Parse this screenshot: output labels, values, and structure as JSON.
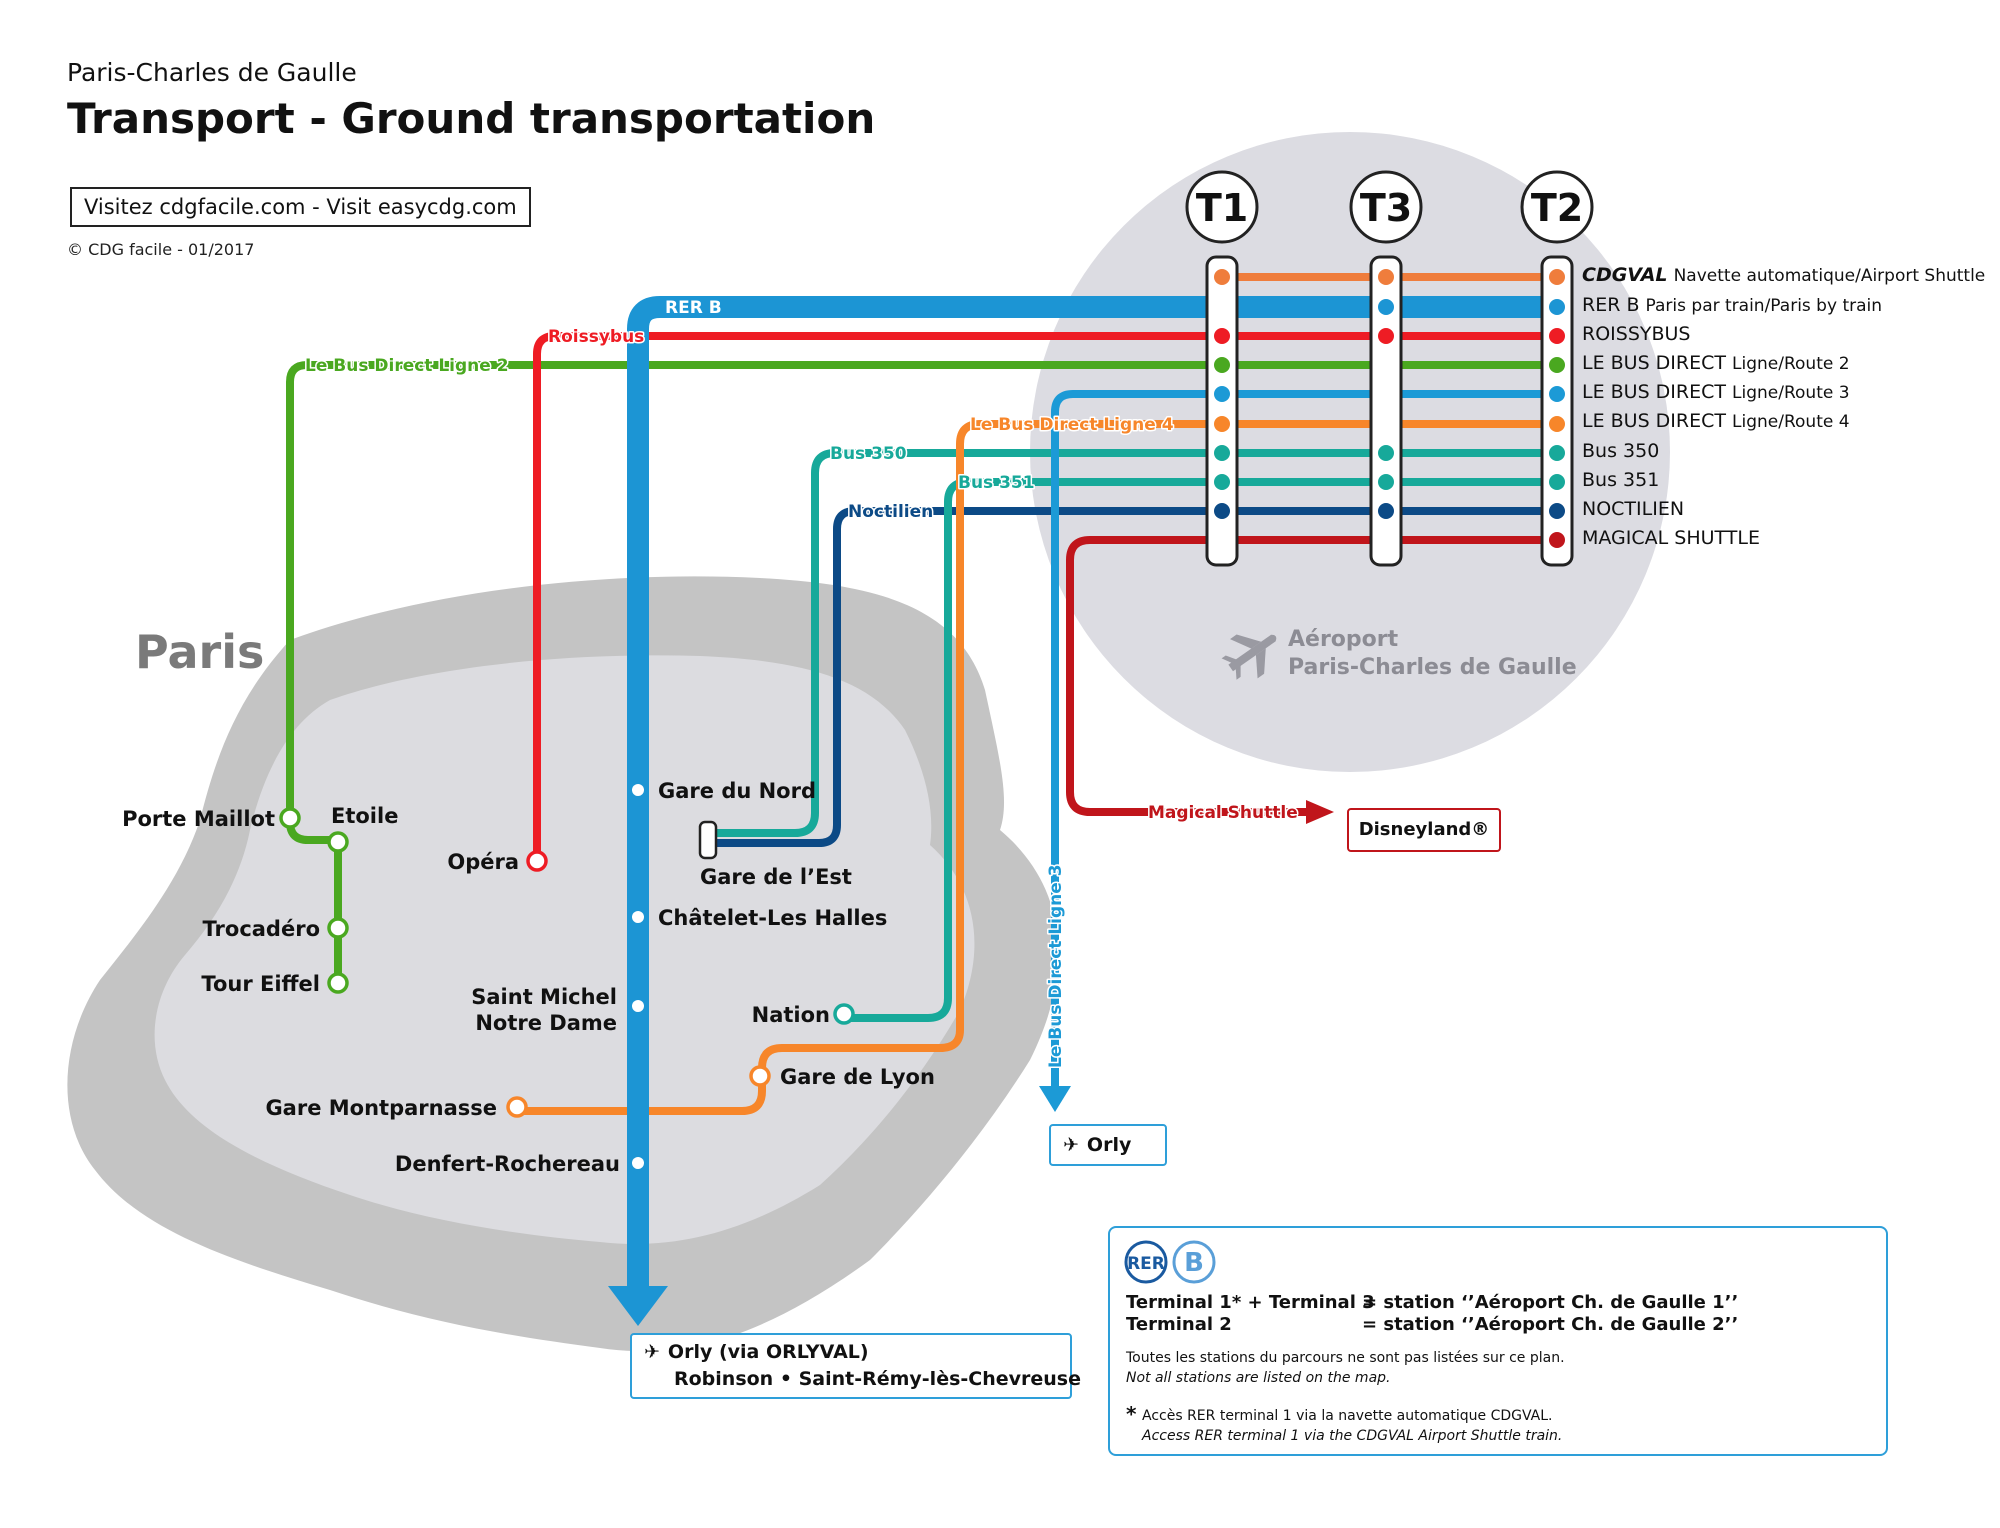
{
  "header": {
    "subtitle": "Paris-Charles de Gaulle",
    "title": "Transport - Ground transportation",
    "visit": "Visitez cdgfacile.com -  Visit easycdg.com",
    "copyright": "© CDG facile - 01/2017"
  },
  "paris_label": "Paris",
  "airport": {
    "name_line1": "Aéroport",
    "name_line2": "Paris-Charles de Gaulle",
    "terminals": [
      "T1",
      "T3",
      "T2"
    ],
    "icon": "airplane-icon"
  },
  "lines": [
    {
      "id": "cdgval",
      "color": "#ef7d3c",
      "legend_main": "CDGVAL",
      "legend_sub": "Navette automatique/Airport Shuttle",
      "map_label": ""
    },
    {
      "id": "rerb",
      "color": "#1c95d4",
      "legend_main": "RER B",
      "legend_sub": "Paris par train/Paris by train",
      "map_label": "RER B"
    },
    {
      "id": "roissybus",
      "color": "#ee1c24",
      "legend_main": "ROISSYBUS",
      "legend_sub": "",
      "map_label": "Roissybus"
    },
    {
      "id": "busdirect2",
      "color": "#4aa820",
      "legend_main": "LE BUS DIRECT",
      "legend_sub": "Ligne/Route 2",
      "map_label": "Le Bus Direct Ligne 2"
    },
    {
      "id": "busdirect3",
      "color": "#1c9ad6",
      "legend_main": "LE BUS DIRECT",
      "legend_sub": "Ligne/Route 3",
      "map_label": "Le Bus Direct Ligne 3"
    },
    {
      "id": "busdirect4",
      "color": "#f7862a",
      "legend_main": "LE BUS DIRECT",
      "legend_sub": "Ligne/Route 4",
      "map_label": "Le Bus Direct Ligne 4"
    },
    {
      "id": "bus350",
      "color": "#17a99a",
      "legend_main": "Bus 350",
      "legend_sub": "",
      "map_label": "Bus 350"
    },
    {
      "id": "bus351",
      "color": "#17a99a",
      "legend_main": "Bus 351",
      "legend_sub": "",
      "map_label": "Bus 351"
    },
    {
      "id": "noctilien",
      "color": "#0c4a86",
      "legend_main": "NOCTILIEN",
      "legend_sub": "",
      "map_label": "Noctilien"
    },
    {
      "id": "magical",
      "color": "#c0151b",
      "legend_main": "MAGICAL SHUTTLE",
      "legend_sub": "",
      "map_label": "Magical Shuttle"
    }
  ],
  "stations": {
    "porte_maillot": "Porte Maillot",
    "etoile": "Etoile",
    "trocadero": "Trocadéro",
    "tour_eiffel": "Tour Eiffel",
    "opera": "Opéra",
    "gare_du_nord": "Gare du Nord",
    "gare_de_l_est": "Gare de l’Est",
    "chatelet": "Châtelet-Les Halles",
    "saint_michel_1": "Saint Michel",
    "saint_michel_2": "Notre Dame",
    "nation": "Nation",
    "gare_de_lyon": "Gare de Lyon",
    "gare_montparnasse": "Gare Montparnasse",
    "denfert": "Denfert-Rochereau"
  },
  "destinations": {
    "disneyland": "Disneyland®",
    "orly": "Orly",
    "orly_rer_1": "Orly (via ORLYVAL)",
    "orly_rer_2": "Robinson • Saint-Rémy-lès-Chevreuse"
  },
  "info": {
    "logo_rer": "RER",
    "logo_b": "B",
    "t1_label": "Terminal 1* + Terminal 3",
    "t1_station": "= station ‘’Aéroport Ch. de Gaulle 1’’",
    "t2_label": "Terminal 2",
    "t2_station": "= station ‘’Aéroport Ch. de Gaulle 2’’",
    "note_fr": "Toutes les stations du parcours ne sont pas listées sur ce plan.",
    "note_en": "Not all stations are listed on the map.",
    "star": "*",
    "access_fr": "Accès RER terminal 1 via la navette automatique CDGVAL.",
    "access_en": "Access RER terminal 1 via the CDGVAL Airport Shuttle train."
  },
  "colors": {
    "paris_outer": "#c4c4c4",
    "paris_inner": "#dcdce0",
    "airport_disc": "#dcdce2",
    "rer_blue": "#2e9fd9"
  }
}
